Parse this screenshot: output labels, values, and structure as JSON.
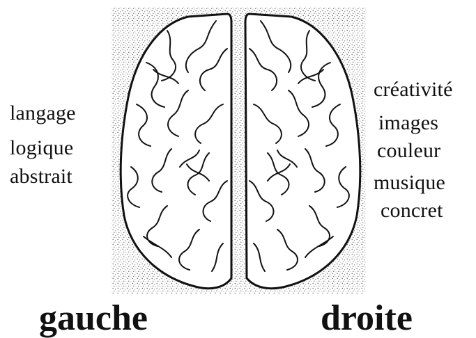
{
  "left_hemisphere": {
    "side_label": "gauche",
    "words": [
      "langage",
      "logique",
      "abstrait"
    ]
  },
  "right_hemisphere": {
    "side_label": "droite",
    "words": [
      "créativité",
      "images",
      "couleur",
      "musique",
      "concret"
    ]
  }
}
